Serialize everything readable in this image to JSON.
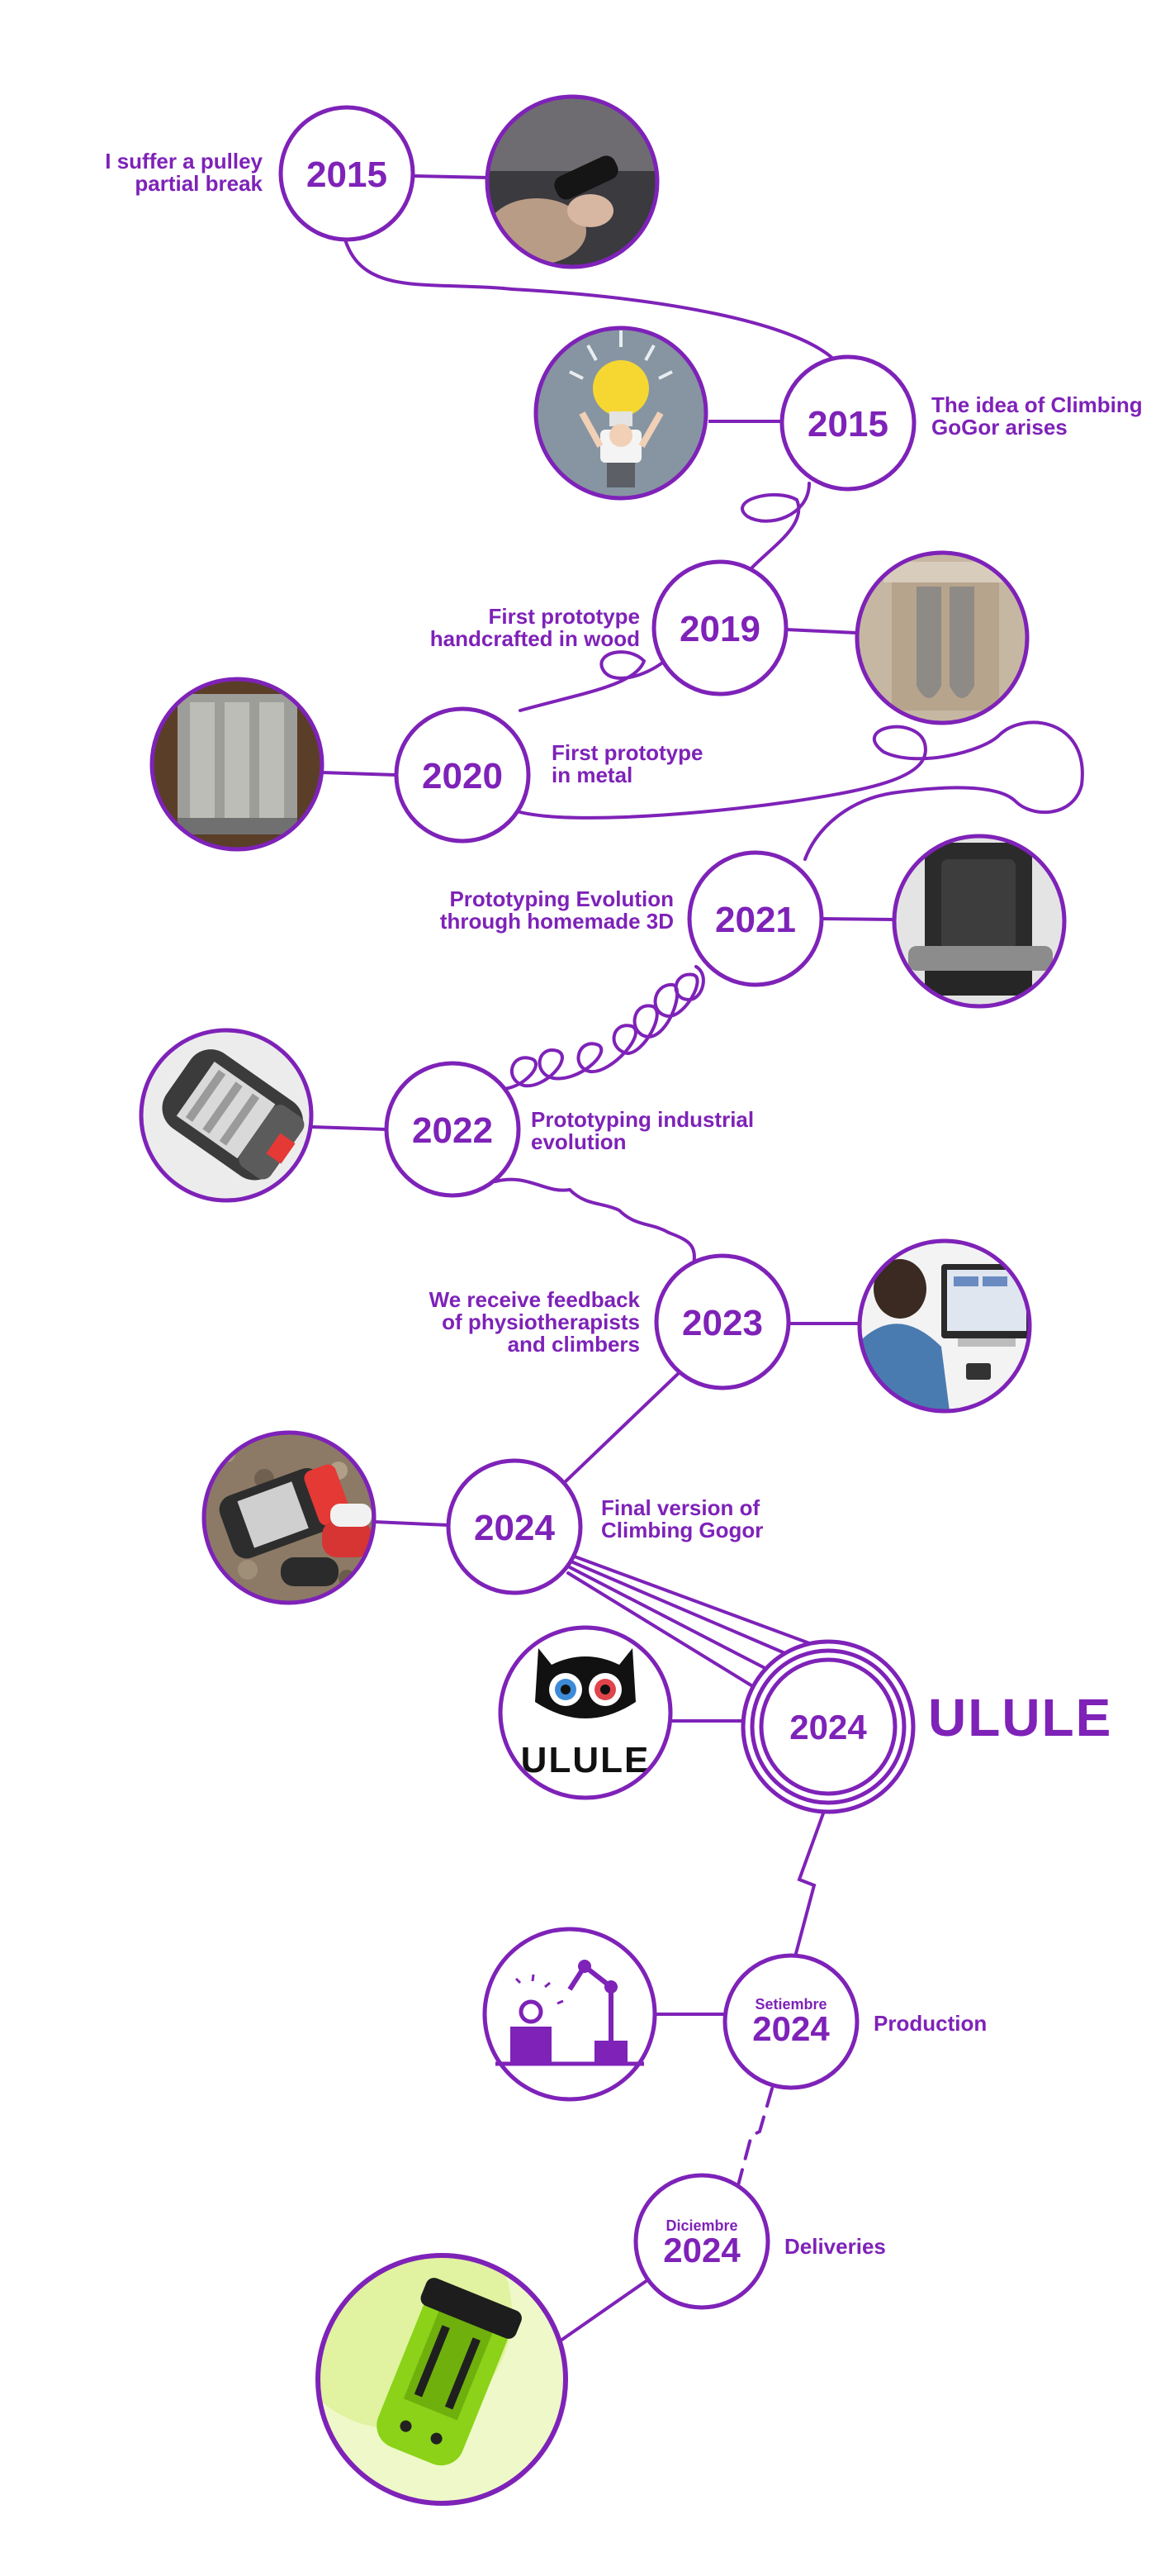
{
  "colors": {
    "accent": "#7e22b8",
    "background": "#ffffff",
    "lime": "#c8ec6a",
    "dark": "#222222"
  },
  "milestones": [
    {
      "year": "2015",
      "label_lines": [
        "I suffer a pulley",
        "partial break"
      ],
      "image": "hand-with-pulley-photo"
    },
    {
      "year": "2015",
      "label_lines": [
        "The idea of Climbing",
        "GoGor arises"
      ],
      "image": "lightbulb-idea-illustration"
    },
    {
      "year": "2019",
      "label_lines": [
        "First prototype",
        "handcrafted in wood"
      ],
      "image": "wooden-prototype-photo"
    },
    {
      "year": "2020",
      "label_lines": [
        "First prototype",
        "in metal"
      ],
      "image": "metal-prototype-photo"
    },
    {
      "year": "2021",
      "label_lines": [
        "Prototyping Evolution",
        "through homemade 3D"
      ],
      "image": "3d-printed-prototype-photo"
    },
    {
      "year": "2022",
      "label_lines": [
        "Prototyping industrial",
        "evolution"
      ],
      "image": "industrial-prototype-render"
    },
    {
      "year": "2023",
      "label_lines": [
        "We receive feedback",
        "of physiotherapists",
        "and climbers"
      ],
      "image": "person-at-computer-photo"
    },
    {
      "year": "2024",
      "label_lines": [
        "Final version of",
        "Climbing Gogor"
      ],
      "image": "final-version-photo"
    },
    {
      "year": "2024",
      "label_lines": [
        "ULULE"
      ],
      "image": "ulule-logo",
      "logo_text": "ULULE"
    },
    {
      "year": "2024",
      "month": "Setiembre",
      "label_lines": [
        "Production"
      ],
      "image": "production-robot-icon"
    },
    {
      "year": "2024",
      "month": "Diciembre",
      "label_lines": [
        "Deliveries"
      ],
      "image": "green-product-photo"
    }
  ]
}
